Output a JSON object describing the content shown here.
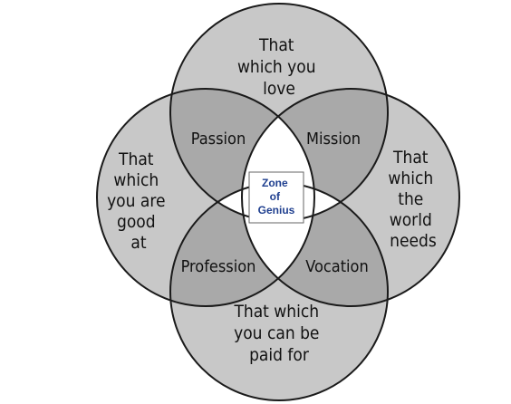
{
  "diagram": {
    "circles": {
      "top": [
        "That",
        "which you",
        "love"
      ],
      "left": [
        "That",
        "which",
        "you are",
        "good",
        "at"
      ],
      "right": [
        "That",
        "which",
        "the",
        "world",
        "needs"
      ],
      "bottom": [
        "That which",
        "you can be",
        "paid for"
      ]
    },
    "regions": {
      "passion": "Passion",
      "mission": "Mission",
      "profession": "Profession",
      "vocation": "Vocation"
    },
    "center": [
      "Zone",
      "of",
      "Genius"
    ],
    "colors": {
      "outer_fill": "#c8c8c8",
      "overlap_fill": "#a9a9a9",
      "center_fill": "#ffffff",
      "stroke": "#1a1a1a",
      "genius_text": "#1f3f8f"
    }
  }
}
